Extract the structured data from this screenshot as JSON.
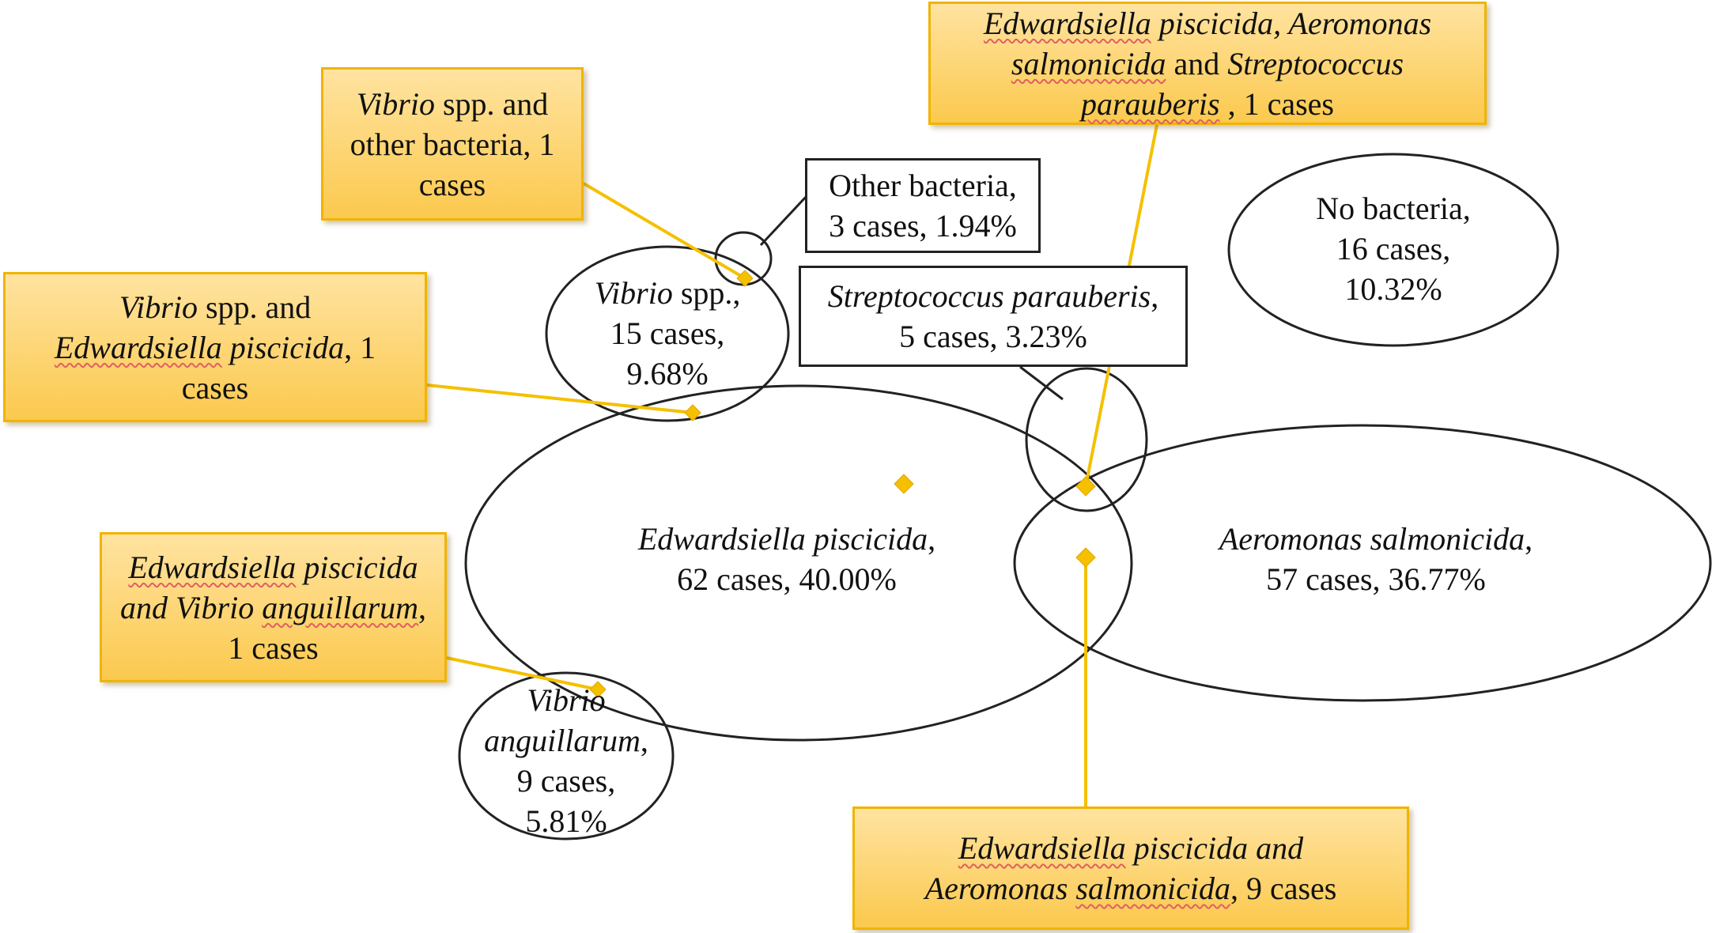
{
  "circles": {
    "edwardsiella": {
      "name": "Edwardsiella piscicida",
      "sep": ",",
      "stats": "62 cases, 40.00%",
      "cases": 62,
      "percent": 40.0
    },
    "aeromonas": {
      "name": "Aeromonas salmonicida",
      "sep": ",",
      "stats": "57 cases, 36.77%",
      "cases": 57,
      "percent": 36.77
    },
    "vibrio_spp": {
      "name": "Vibrio",
      "name_suffix": " spp.,",
      "line2": "15 cases,",
      "line3": "9.68%",
      "cases": 15,
      "percent": 9.68
    },
    "vibrio_ang": {
      "line1": "Vibrio",
      "line2": "anguillarum",
      "line2_suffix": ",",
      "line3": "9 cases,",
      "line4": "5.81%",
      "cases": 9,
      "percent": 5.81
    },
    "no_bacteria": {
      "line1": "No bacteria,",
      "line2": "16 cases,",
      "line3": "10.32%",
      "cases": 16,
      "percent": 10.32
    }
  },
  "boxes": {
    "other_bacteria": {
      "line1": "Other bacteria,",
      "line2": "3 cases, 1.94%",
      "cases": 3,
      "percent": 1.94
    },
    "streptococcus": {
      "name": "Streptococcus parauberis",
      "sep": ",",
      "stats": "5 cases, 3.23%",
      "cases": 5,
      "percent": 3.23
    }
  },
  "callouts": {
    "vibrio_other": {
      "p1": "Vibrio",
      "p2": " spp. and other bacteria, 1 cases",
      "cases": 1
    },
    "vibrio_edw": {
      "p1": "Vibrio",
      "p2": " spp. and",
      "p3": "Edwardsiella",
      "p4": " piscicida",
      "p5": ", 1 cases",
      "cases": 1
    },
    "edw_vang": {
      "p1": "Edwardsiella",
      "p2": " piscicida and Vibrio",
      "p3": "anguillarum",
      "p4": ", 1 cases",
      "cases": 1
    },
    "triple": {
      "p1": "Edwardsiella",
      "p2": " piscicida, Aeromonas",
      "p3": "salmonicida",
      "p4": " and ",
      "p5": "Streptococcus",
      "p6": "parauberis",
      "p7": " , 1 cases",
      "cases": 1
    },
    "edw_aer": {
      "p1": "Edwardsiella",
      "p2": " piscicida and",
      "p3": "Aeromonas ",
      "p4": "salmonicida",
      "p5": ", 9 cases",
      "cases": 9
    }
  },
  "colors": {
    "outline": "#222222",
    "callout_border": "#f0b400",
    "callout_fill": "#fcd36a",
    "connector": "#f5c000",
    "marker": "#f5c000"
  }
}
